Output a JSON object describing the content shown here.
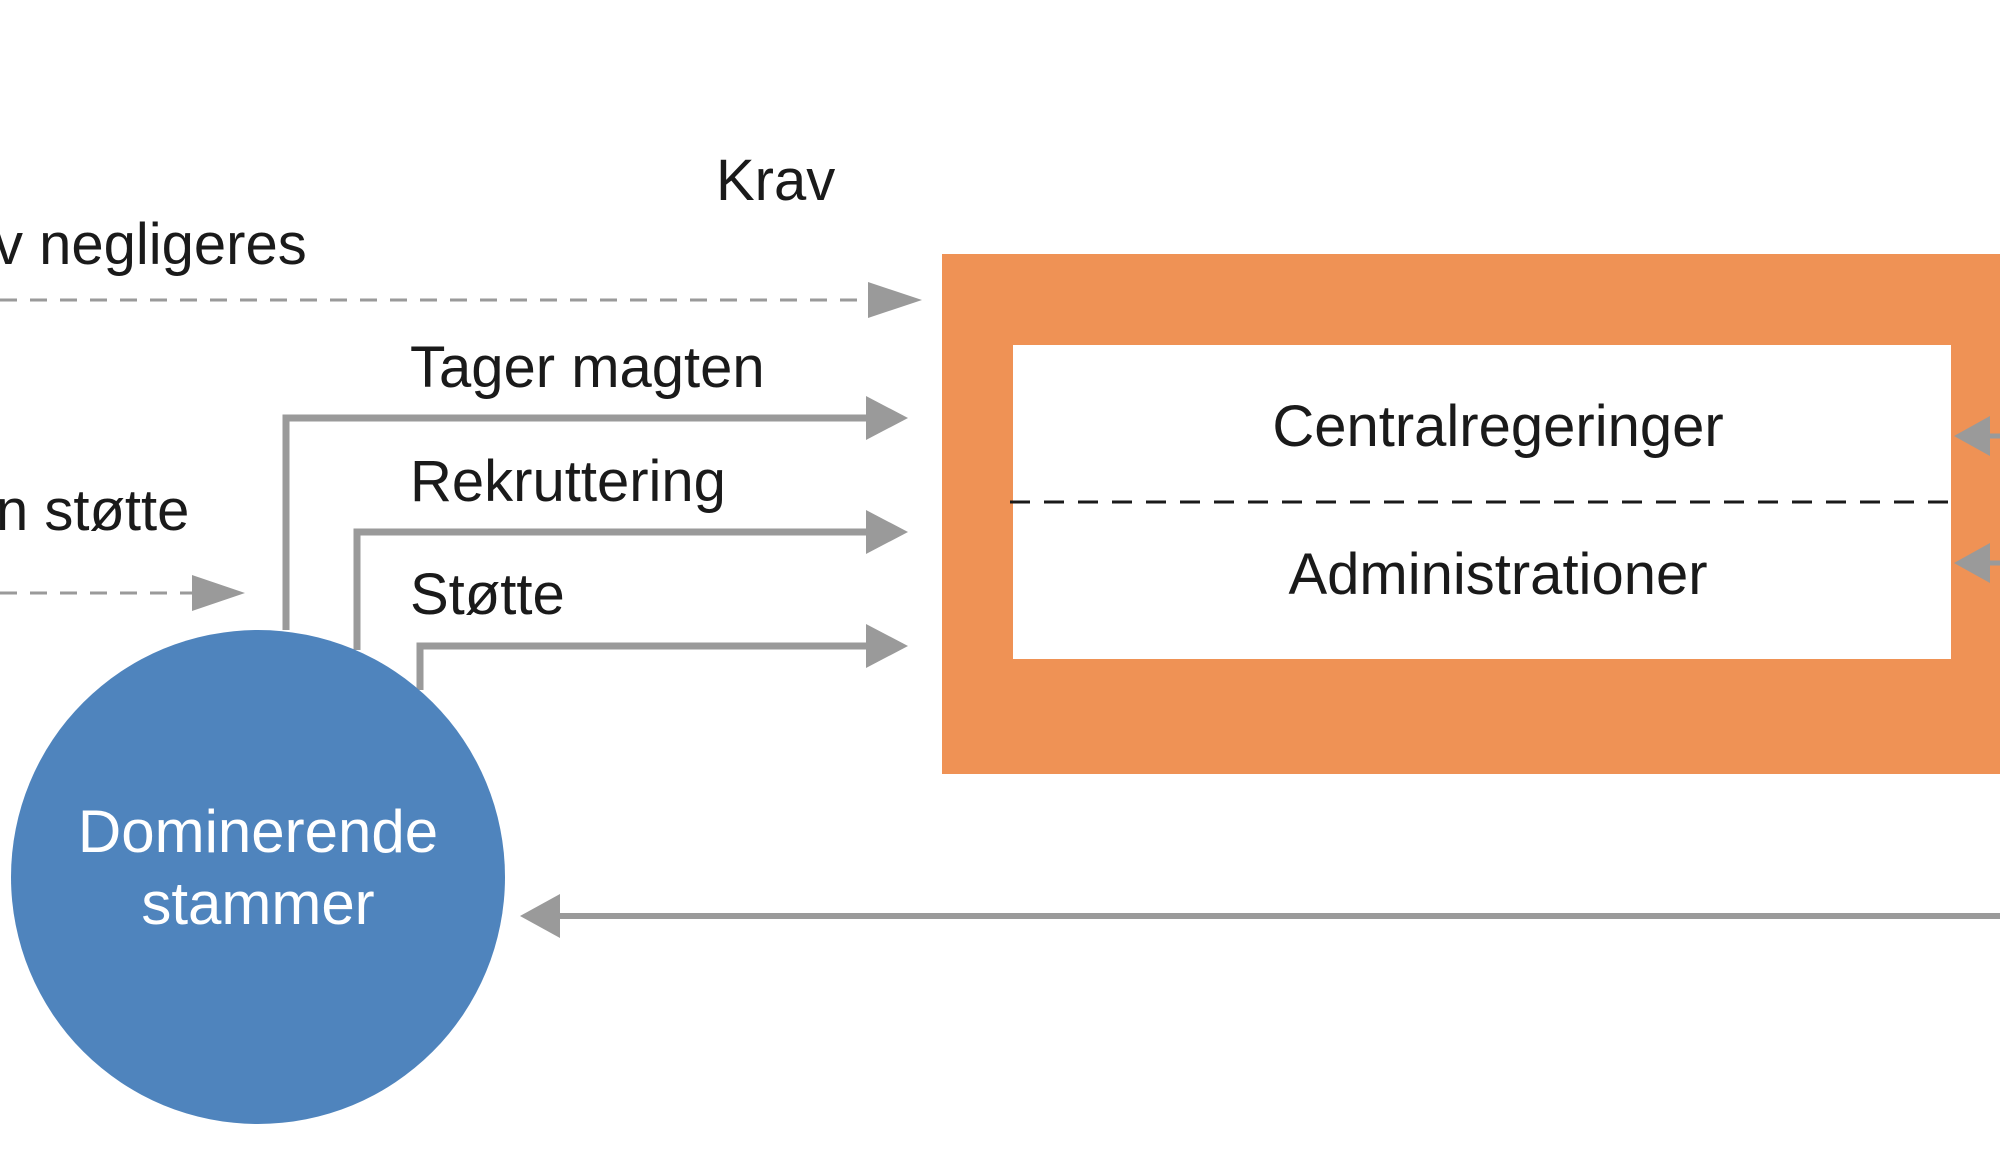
{
  "colors": {
    "orange": "#ef9255",
    "blue": "#4f84bd",
    "arrow_gray": "#9a9a9a",
    "text": "#1a1a1a",
    "white": "#ffffff"
  },
  "labels": {
    "krav": "Krav",
    "negligeres": "v negligeres",
    "stotte_partial": "n støtte",
    "tager_magten": "Tager magten",
    "rekruttering": "Rekruttering",
    "stotte": "Støtte"
  },
  "government_box": {
    "top_label": "Centralregeringer",
    "bottom_label": "Administrationer"
  },
  "tribe_circle": {
    "line1": "Dominerende",
    "line2": "stammer"
  }
}
